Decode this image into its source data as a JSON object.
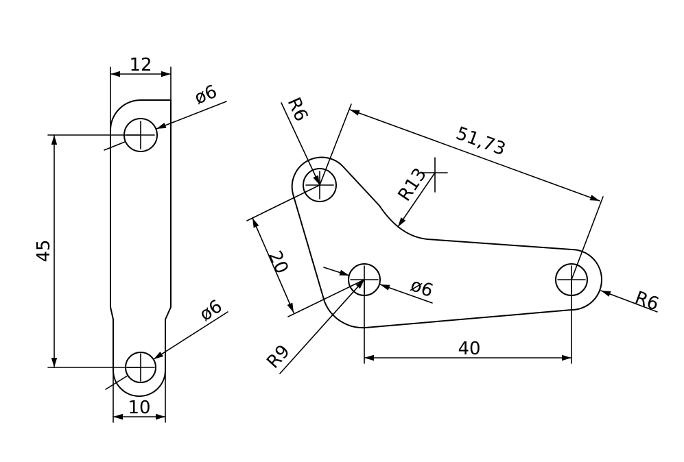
{
  "left_part": {
    "width_top_label": "12",
    "width_bottom_label": "10",
    "length_label": "45",
    "hole_top_label": "ø6",
    "hole_bottom_label": "ø6"
  },
  "right_part": {
    "radius_top_label": "R6",
    "radius_right_label": "R6",
    "radius_bottom_left_label": "R9",
    "radius_inner_label": "R13",
    "hole_label": "ø6",
    "diagonal_label": "51,73",
    "offset_label": "20",
    "horizontal_label": "40"
  },
  "colors": {
    "line": "#000000",
    "background": "#ffffff"
  }
}
